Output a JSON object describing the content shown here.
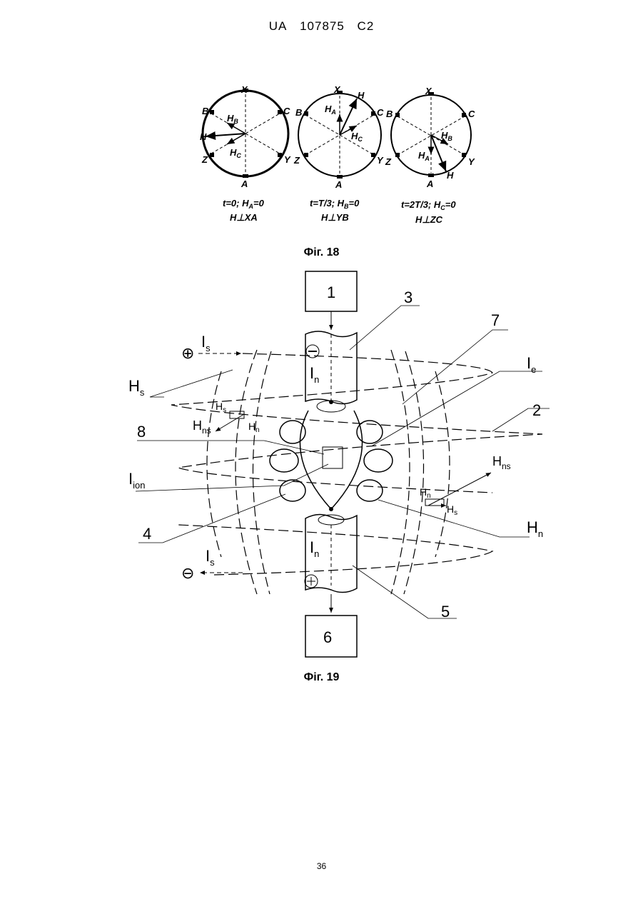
{
  "header": {
    "country": "UA",
    "number": "107875",
    "kind": "C2"
  },
  "fig18": {
    "caption": "Фіг. 18",
    "diagrams": [
      {
        "cond": "t=0; H",
        "cond_sub": "A",
        "cond_end": "=0",
        "perp": "H⊥XA"
      },
      {
        "cond": "t=T/3; H",
        "cond_sub": "B",
        "cond_end": "=0",
        "perp": "H⊥YB"
      },
      {
        "cond": "t=2T/3; H",
        "cond_sub": "C",
        "cond_end": "=0",
        "perp": "H⊥ZC"
      }
    ],
    "letters": {
      "x": "X",
      "a": "A",
      "b": "B",
      "c": "C",
      "y": "Y",
      "z": "Z",
      "h": "H",
      "hb": "H",
      "hb_sub": "B",
      "hc": "H",
      "hc_sub": "C",
      "ha": "H",
      "ha_sub": "A"
    }
  },
  "fig19": {
    "caption": "Фіг. 19",
    "box_top": "1",
    "box_bottom": "6",
    "numbers": {
      "n2": "2",
      "n3": "3",
      "n4": "4",
      "n5": "5",
      "n7": "7",
      "n8": "8"
    },
    "labels": {
      "I": "I",
      "H": "H",
      "s": "s",
      "n": "n",
      "ns": "ns",
      "e": "e",
      "ion": "ion",
      "plus": "⊕",
      "minus": "⊖"
    }
  },
  "page_number": "36"
}
